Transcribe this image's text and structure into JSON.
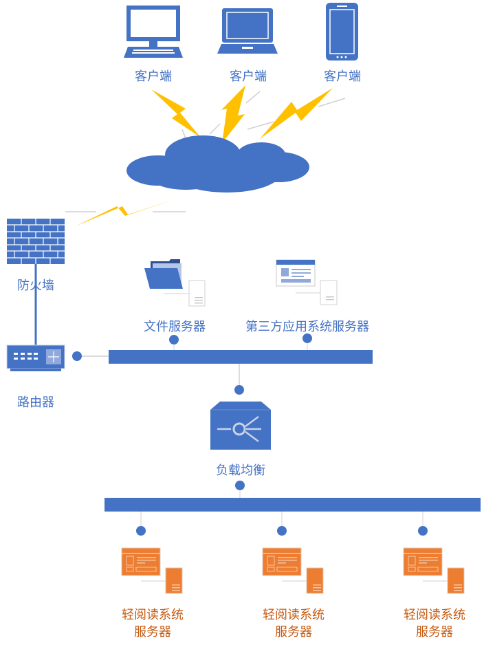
{
  "clients": [
    {
      "label": "客户端",
      "device": "desktop"
    },
    {
      "label": "客户端",
      "device": "laptop"
    },
    {
      "label": "客户端",
      "device": "phone"
    }
  ],
  "firewall": {
    "label": "防火墙"
  },
  "router": {
    "label": "路由器"
  },
  "file_server": {
    "label": "文件服务器"
  },
  "third_party_server": {
    "label": "第三方应用系统服务器"
  },
  "load_balancer": {
    "label": "负载均衡"
  },
  "reader_servers": [
    {
      "line1": "轻阅读系统",
      "line2": "服务器"
    },
    {
      "line1": "轻阅读系统",
      "line2": "服务器"
    },
    {
      "line1": "轻阅读系统",
      "line2": "服务器"
    }
  ],
  "colors": {
    "blue": "#4472C4",
    "orange": "#ED7D31",
    "orange_text": "#C55A11",
    "lightning": "#FFC000"
  }
}
